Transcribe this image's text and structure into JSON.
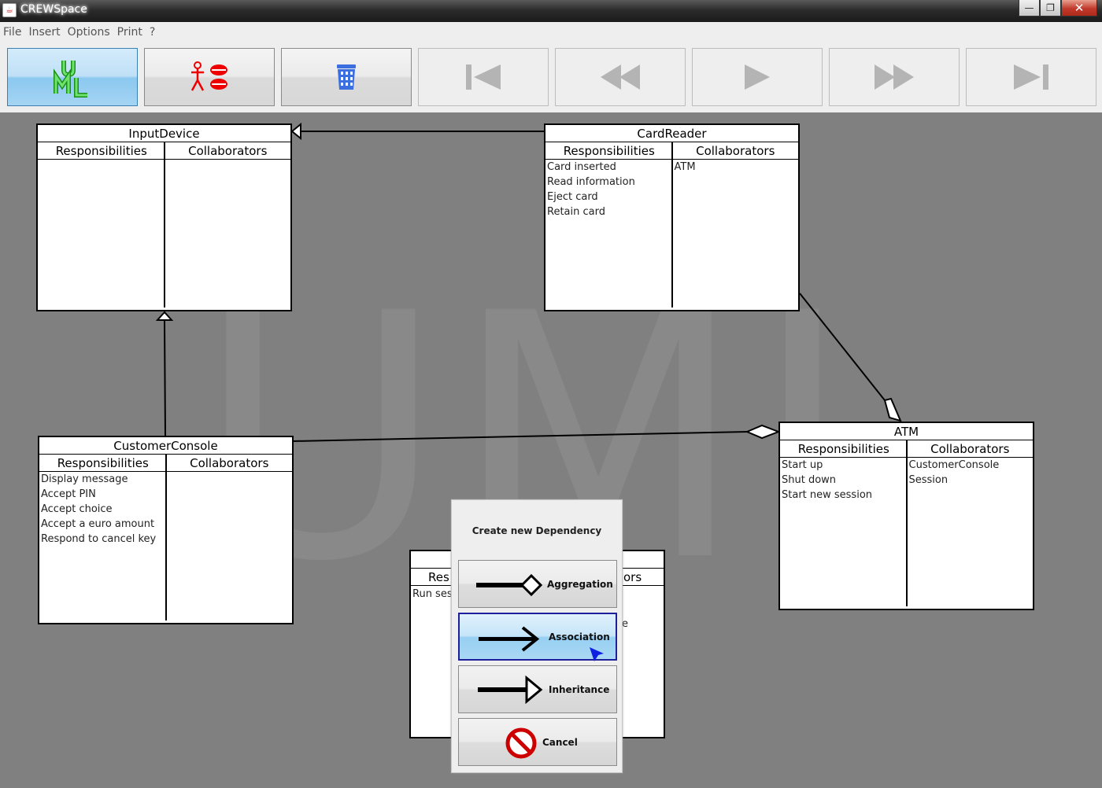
{
  "window": {
    "title": "CREWSpace",
    "app_icon": "java-cup-icon",
    "controls": {
      "minimize": "—",
      "maximize": "❐",
      "close": "✕"
    }
  },
  "menu": [
    "File",
    "Insert",
    "Options",
    "Print",
    "?"
  ],
  "toolbar": {
    "buttons": [
      {
        "name": "uml-mode-button",
        "icon": "uml-icon",
        "state": "active"
      },
      {
        "name": "crc-mode-button",
        "icon": "person-roles-icon",
        "state": "normal"
      },
      {
        "name": "delete-button",
        "icon": "trash-icon",
        "state": "normal"
      },
      {
        "name": "first-button",
        "icon": "skip-to-start-icon",
        "state": "disabled"
      },
      {
        "name": "rewind-button",
        "icon": "rewind-icon",
        "state": "disabled"
      },
      {
        "name": "play-button",
        "icon": "play-icon",
        "state": "disabled"
      },
      {
        "name": "fast-forward-button",
        "icon": "fast-forward-icon",
        "state": "disabled"
      },
      {
        "name": "last-button",
        "icon": "skip-to-end-icon",
        "state": "disabled"
      }
    ]
  },
  "canvas": {
    "watermark": "UML",
    "headers": {
      "responsibilities": "Responsibilities",
      "collaborators": "Collaborators"
    },
    "cards": {
      "input_device": {
        "name": "InputDevice",
        "responsibilities": [],
        "collaborators": []
      },
      "card_reader": {
        "name": "CardReader",
        "responsibilities": [
          "Card inserted",
          "Read information",
          "Eject card",
          "Retain card"
        ],
        "collaborators": [
          "ATM"
        ]
      },
      "customer_console": {
        "name": "CustomerConsole",
        "responsibilities": [
          "Display message",
          "Accept PIN",
          "Accept choice",
          "Accept a euro amount",
          "Respond to cancel key"
        ],
        "collaborators": []
      },
      "atm": {
        "name": "ATM",
        "responsibilities": [
          "Start up",
          "Shut down",
          "Start new session"
        ],
        "collaborators": [
          "CustomerConsole",
          "Session"
        ]
      },
      "hidden_card": {
        "resp_fragment": "Res",
        "collab_fragment": "ors",
        "line_fragment": "Run ses",
        "other_fragment": "e"
      }
    },
    "cursors": [
      {
        "name": "yellow-cursor-icon",
        "color": "#f0e000"
      },
      {
        "name": "green-cursor-icon",
        "color": "#22cc22"
      },
      {
        "name": "red-cursor-icon",
        "color": "#ee0000"
      },
      {
        "name": "blue-cursor-icon",
        "color": "#1020e0"
      }
    ]
  },
  "dialog": {
    "title": "Create new Dependency",
    "buttons": {
      "aggregation": "Aggregation",
      "association": "Association",
      "inheritance": "Inheritance",
      "cancel": "Cancel"
    }
  },
  "colors": {
    "canvas": "#808080",
    "active_button": "#a4d4f3",
    "focus_border": "#1f1f9c"
  }
}
